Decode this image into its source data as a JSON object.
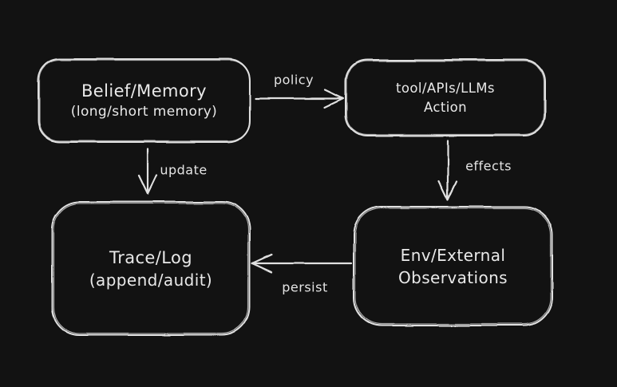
{
  "canvas": {
    "background": "#121212",
    "stroke_color": "#e8e8e8",
    "text_color": "#e9e9e9"
  },
  "nodes": {
    "belief_memory": {
      "title": "Belief/Memory",
      "subtitle": "(long/short memory)"
    },
    "action": {
      "title": "tool/APIs/LLMs",
      "subtitle": "Action"
    },
    "trace_log": {
      "title": "Trace/Log",
      "subtitle": "(append/audit)"
    },
    "env_observations": {
      "title": "Env/External",
      "subtitle": "Observations"
    }
  },
  "edges": {
    "policy": {
      "label": "policy",
      "from": "Belief/Memory",
      "to": "tool/APIs/LLMs Action"
    },
    "update": {
      "label": "update",
      "from": "Belief/Memory",
      "to": "Trace/Log"
    },
    "effects": {
      "label": "effects",
      "from": "tool/APIs/LLMs Action",
      "to": "Env/External Observations"
    },
    "persist": {
      "label": "persist",
      "from": "Env/External Observations",
      "to": "Trace/Log"
    }
  }
}
